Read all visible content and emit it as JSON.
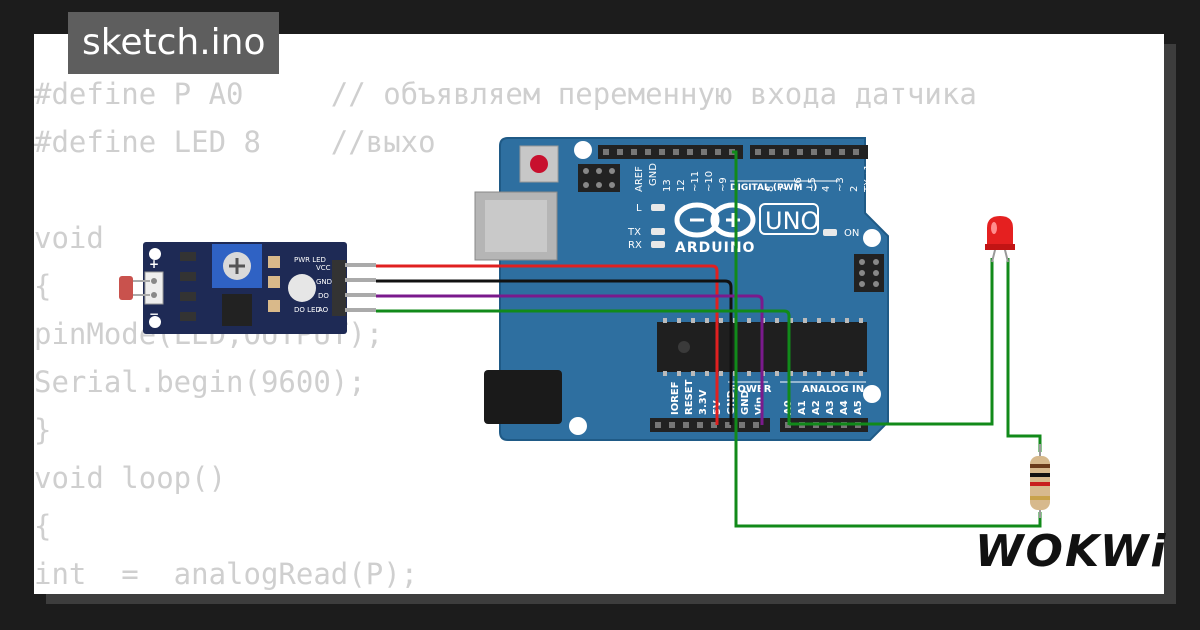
{
  "file_tab": {
    "name": "sketch.ino"
  },
  "code_lines": [
    "#define P A0     // объявляем переменную входа датчика",
    "#define LED 8    //выхо",
    "",
    "void",
    "{",
    "pinMode(LED,OUTPUT);",
    "Serial.begin(9600);",
    "}",
    "void loop()",
    "{",
    "int  =  analogRead(P);"
  ],
  "arduino": {
    "brand": "ARDUINO",
    "model": "UNO",
    "labels": {
      "digital": "DIGITAL (PWM ~)",
      "power": "POWER",
      "analog_in": "ANALOG IN",
      "on": "ON",
      "l": "L",
      "tx": "TX",
      "rx": "RX",
      "aref": "AREF",
      "gnd": "GND",
      "ioref": "IOREF",
      "reset": "RESET",
      "v33": "3.3V",
      "v5": "5V",
      "gnd2": "GND",
      "vin": "Vin"
    },
    "digital_pins": [
      "13",
      "12",
      "~11",
      "~10",
      "~9",
      "8",
      "7",
      "~6",
      "~5",
      "4",
      "~3",
      "2",
      "TX→1",
      "RX←0"
    ],
    "analog_pins": [
      "A0",
      "A1",
      "A2",
      "A3",
      "A4",
      "A5"
    ]
  },
  "sensor": {
    "pins": [
      "VCC",
      "GND",
      "DO",
      "AO"
    ],
    "labels": {
      "pwr_led": "PWR LED",
      "do_led": "DO LED",
      "plus": "+",
      "minus": "−"
    }
  },
  "brand": {
    "name": "WOKWi"
  },
  "colors": {
    "board": "#2e6fa0",
    "wire_red": "#e02020",
    "wire_black": "#111111",
    "wire_purple": "#7a1a8c",
    "wire_green": "#118a1a",
    "led": "#e52020"
  }
}
